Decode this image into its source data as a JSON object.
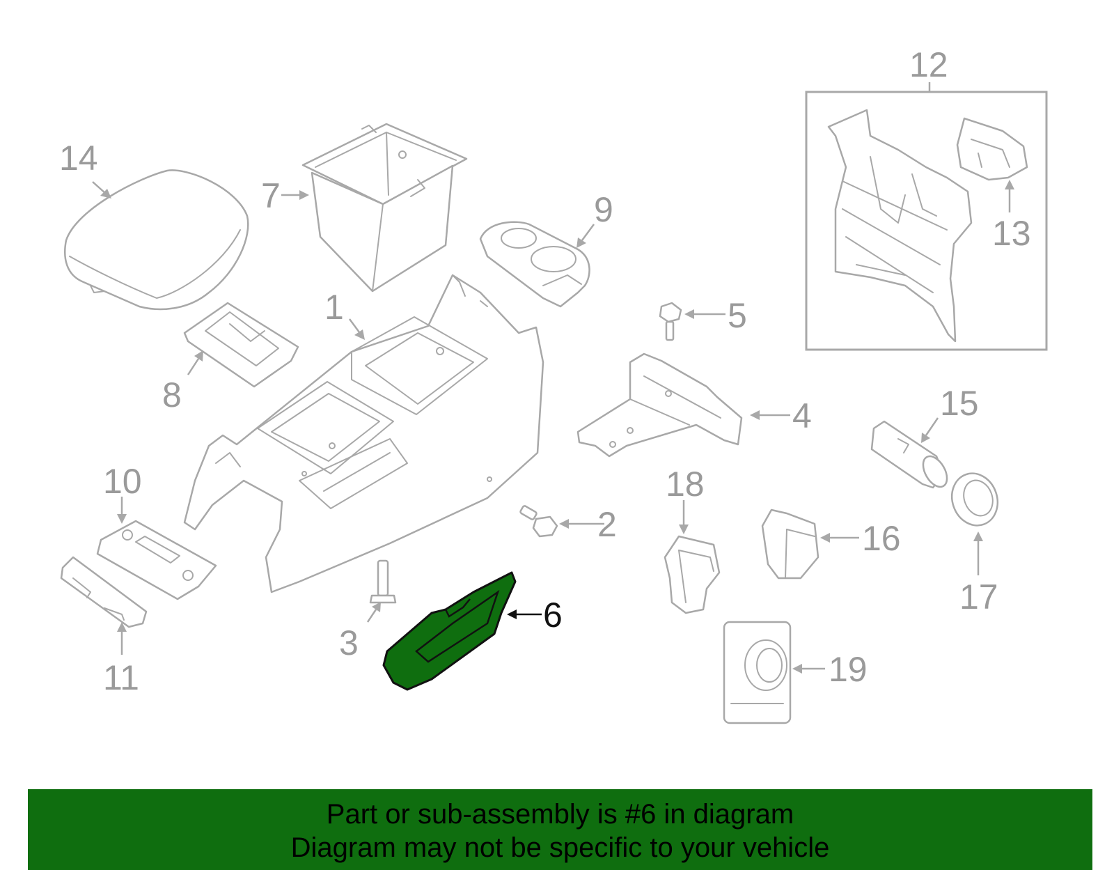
{
  "diagram": {
    "callouts": [
      {
        "id": "1",
        "label": "1"
      },
      {
        "id": "2",
        "label": "2"
      },
      {
        "id": "3",
        "label": "3"
      },
      {
        "id": "4",
        "label": "4"
      },
      {
        "id": "5",
        "label": "5"
      },
      {
        "id": "6",
        "label": "6",
        "highlighted": true
      },
      {
        "id": "7",
        "label": "7"
      },
      {
        "id": "8",
        "label": "8"
      },
      {
        "id": "9",
        "label": "9"
      },
      {
        "id": "10",
        "label": "10"
      },
      {
        "id": "11",
        "label": "11"
      },
      {
        "id": "12",
        "label": "12"
      },
      {
        "id": "13",
        "label": "13"
      },
      {
        "id": "14",
        "label": "14"
      },
      {
        "id": "15",
        "label": "15"
      },
      {
        "id": "16",
        "label": "16"
      },
      {
        "id": "17",
        "label": "17"
      },
      {
        "id": "18",
        "label": "18"
      },
      {
        "id": "19",
        "label": "19"
      }
    ],
    "colors": {
      "line_art": "#a8a8a8",
      "highlight_fill": "#0f6e0f",
      "highlight_callout": "#111111",
      "banner_background": "#0f6e0f"
    }
  },
  "banner": {
    "line1": "Part or sub-assembly is #6 in diagram",
    "line2": "Diagram may not be specific to your vehicle"
  }
}
